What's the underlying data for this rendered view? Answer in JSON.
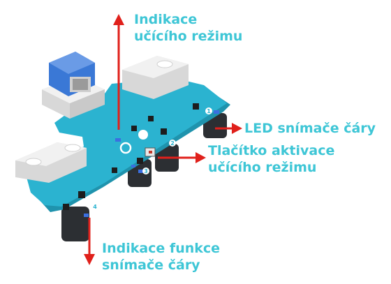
{
  "colors": {
    "label_text": "#3ec6d6",
    "arrow": "#e0201b",
    "board": "#2bb3d0",
    "board_edge": "#1f93ad",
    "housing": "#f1f1f1",
    "housing_shade": "#d8d8d8",
    "cable_cap": "#3a78d6",
    "sensor_cylinder": "#2c2f33",
    "led_blue": "#3b6fe0",
    "chip": "#1d1d1d"
  },
  "callouts": {
    "teaching_mode_indicator": {
      "line1": "Indikace",
      "line2": "učícího režimu"
    },
    "line_sensor_led": {
      "line1": "LED snímače čáry"
    },
    "teaching_mode_button": {
      "line1": "Tlačítko aktivace",
      "line2": "učícího režimu"
    },
    "line_sensor_function_indicator": {
      "line1": "Indikace funkce",
      "line2": "snímače čáry"
    }
  },
  "board": {
    "sensor_numbers": [
      "1",
      "2",
      "3",
      "4"
    ]
  }
}
